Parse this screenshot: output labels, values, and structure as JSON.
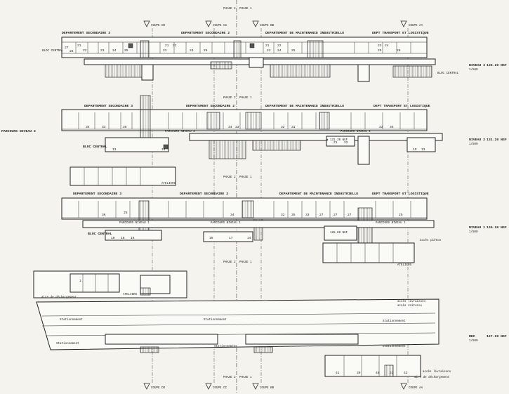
{
  "phase_labels": {
    "phase2": "PHASE 2",
    "phase1": "PHASE 1"
  },
  "cuts": {
    "dd": "COUPE DD",
    "cc": "COUPE CC",
    "bb": "COUPE BB",
    "aa": "COUPE AA"
  },
  "levels": [
    {
      "key": "niveau3",
      "departments": [
        "DEPARTEMENT SECONDAIRE 3",
        "DEPARTEMENT SECONDAIRE 2",
        "DEPARTEMENT DE MAINTENANCE INDUSTRIELLE",
        "DEPT TRANSPORT ET LOGISTIQUE"
      ],
      "bloc_left": "BLOC CENTRAL",
      "bloc_right": "BLOC CENTRAL",
      "label": "NIVEAU 3",
      "scale": "1/500",
      "elevation": "135.20 NGF",
      "rooms": [
        "27",
        "26",
        "21",
        "22",
        "23",
        "24",
        "25",
        "21",
        "22",
        "23",
        "24",
        "25",
        "21",
        "22",
        "23",
        "24",
        "25",
        "23",
        "24",
        "25",
        "26"
      ]
    },
    {
      "key": "niveau2",
      "departments": [
        "DEPARTEMENT SECONDAIRE 3",
        "DEPARTEMENT SECONDAIRE 2",
        "DEPARTEMENT DE MAINTENANCE INDUSTRIELLE",
        "DEPT TRANSPORT ET LOGISTIQUE"
      ],
      "parcours_left": "PARCOURS NIVEAU 2",
      "parcours_mid": "PARCOURS NIVEAU 2",
      "parcours_right": "PARCOURS NIVEAU 2",
      "bloc": "BLOC CENTRAL",
      "label": "NIVEAU 2",
      "scale": "1/500",
      "elevation": "131.20 NGF",
      "inner_elevation": "▲ 131.20 NGF",
      "rooms": [
        "34",
        "33",
        "35",
        "34",
        "33",
        "32",
        "31",
        "33",
        "35",
        "13",
        "14",
        "13",
        "15",
        "21",
        "22"
      ]
    },
    {
      "key": "niveau1",
      "ateliers_top": "ATELIERS",
      "departments": [
        "DEPARTEMENT SECONDAIRE 3",
        "DEPARTEMENT SECONDAIRE 2",
        "DEPARTEMENT DE MAINTENANCE INDUSTRIELLE",
        "DEPT TRANSPORT ET LOGISTIQUE"
      ],
      "parcours_left": "PARCOURS NIVEAU 1",
      "parcours_mid": "PARCOURS NIVEAU 1",
      "parcours_right": "PARCOURS NIVEAU 1",
      "bloc": "BLOC CENTRAL",
      "label": "NIVEAU 1",
      "scale": "1/500",
      "elevation": "130.20 NGF",
      "inner_elevation": "128.80 NGF",
      "access_pieton": "accès piéton",
      "ateliers_right": "ATELIERS",
      "rooms": [
        "36",
        "25",
        "34",
        "32",
        "35",
        "33",
        "27",
        "27",
        "27",
        "19",
        "18",
        "16",
        "15",
        "17",
        "14",
        "25"
      ]
    },
    {
      "key": "rdc",
      "ateliers": "ATELIERS",
      "aire_dechargement_left": "aire de déchargement",
      "acces_livraisons_top": "accès livraisons",
      "acces_voitures": "accès voitures",
      "stationnements": [
        "Stationnement",
        "Stationnement",
        "Stationnement",
        "Stationnement",
        "Stationnement",
        "Stationnement"
      ],
      "acces_livraisons_bottom": "accès livraisons",
      "aire_dechargement_right": "aire de déchargement",
      "label": "RDC",
      "scale": "1/500",
      "elevation": "127.20 NGF",
      "rooms": [
        "1",
        "41",
        "39",
        "40",
        "43",
        "42"
      ]
    }
  ]
}
